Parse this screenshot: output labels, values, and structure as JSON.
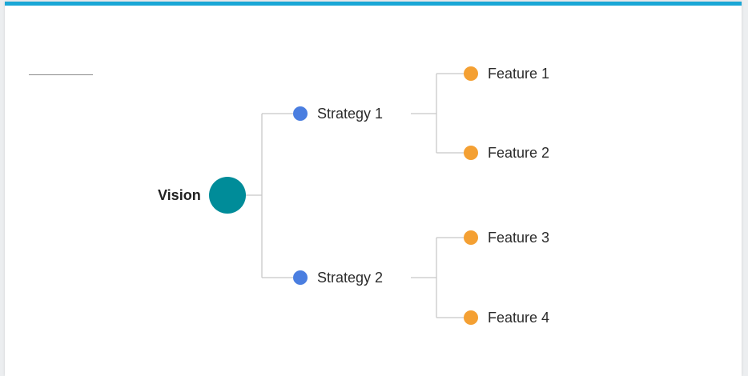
{
  "colors": {
    "accent_bar": "#1aa7d6",
    "root_node": "#008c99",
    "strategy_node": "#4a7ee0",
    "feature_node": "#f4a033",
    "connector": "#c8c8c8"
  },
  "tree": {
    "root": {
      "label": "Vision",
      "icon": "teal-circle"
    },
    "strategies": [
      {
        "label": "Strategy 1",
        "features": [
          {
            "label": "Feature 1"
          },
          {
            "label": "Feature 2"
          }
        ]
      },
      {
        "label": "Strategy 2",
        "features": [
          {
            "label": "Feature 3"
          },
          {
            "label": "Feature 4"
          }
        ]
      }
    ]
  }
}
